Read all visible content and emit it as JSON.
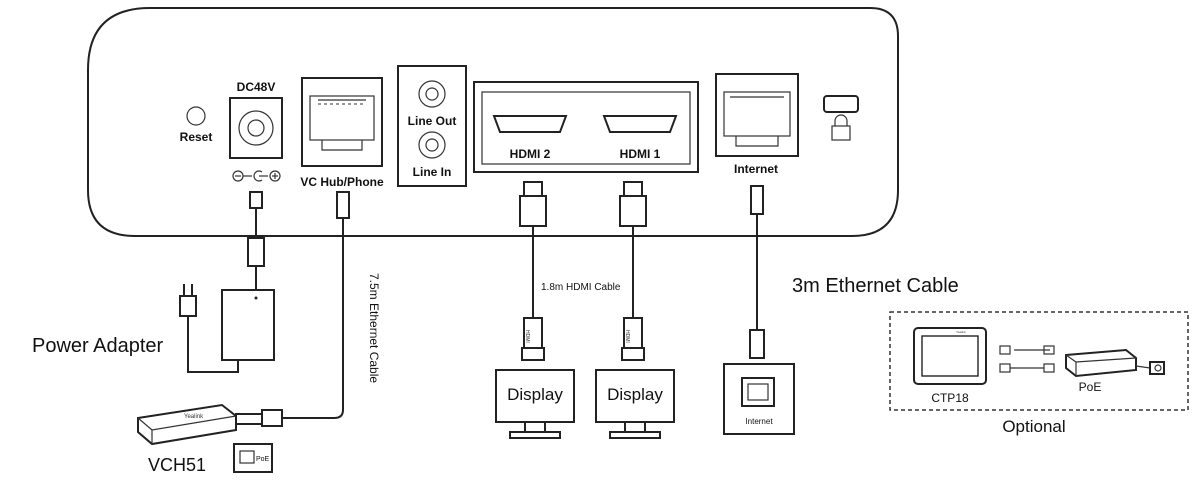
{
  "device": {
    "reset": "Reset",
    "dc": "DC48V",
    "vchub": "VC Hub/Phone",
    "lineout": "Line Out",
    "linein": "Line In",
    "hdmi2": "HDMI 2",
    "hdmi1": "HDMI 1",
    "internet": "Internet"
  },
  "labels": {
    "power_adapter": "Power Adapter",
    "vch51": "VCH51",
    "poe_small": "PoE",
    "ethernet_75": "7.5m Ethernet Cable",
    "hdmi_cable": "1.8m HDMI Cable",
    "display1": "Display",
    "display2": "Display",
    "internet_box": "Internet",
    "ethernet_3m": "3m Ethernet Cable",
    "ctp18": "CTP18",
    "poe": "PoE",
    "optional": "Optional"
  }
}
